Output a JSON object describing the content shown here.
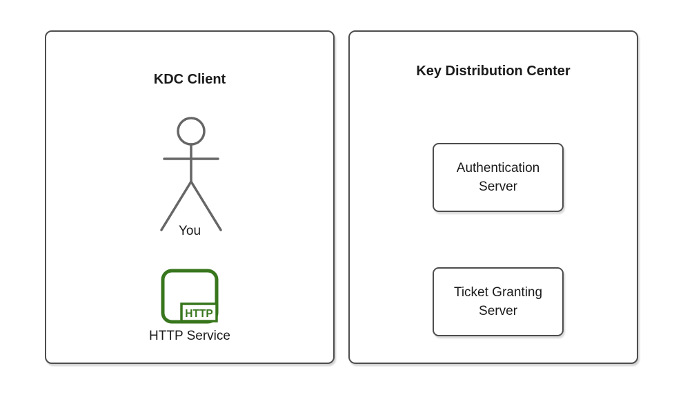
{
  "left_panel": {
    "title": "KDC Client",
    "actor_label": "You",
    "service_label": "HTTP Service",
    "service_icon_text": "HTTP"
  },
  "right_panel": {
    "title": "Key Distribution Center",
    "servers": [
      {
        "label": "Authentication Server"
      },
      {
        "label": "Ticket Granting Server"
      }
    ]
  },
  "colors": {
    "panel_border": "#4d4d4d",
    "text": "#1a1a1a",
    "actor_stroke": "#666666",
    "http_green": "#38761d",
    "background": "#ffffff"
  }
}
